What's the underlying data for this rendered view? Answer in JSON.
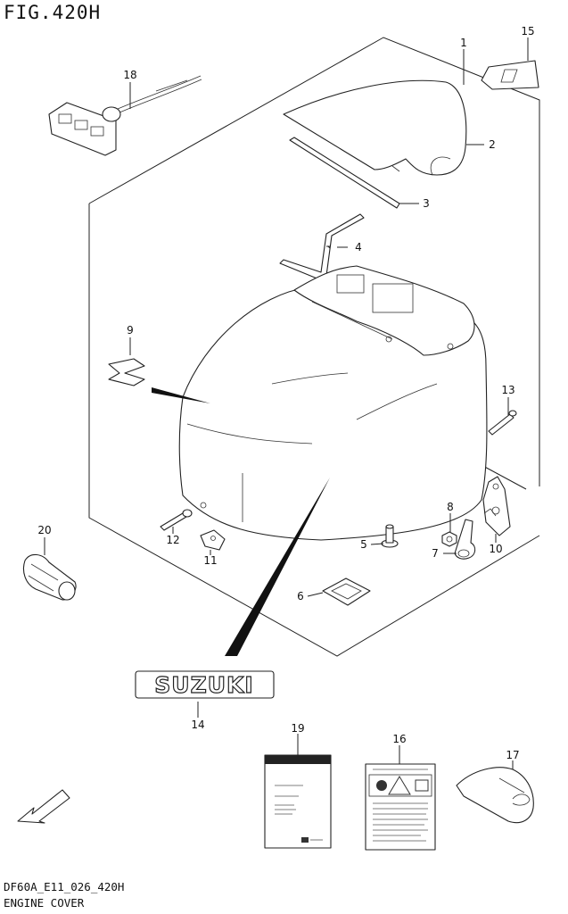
{
  "figure": {
    "title": "FIG.420H",
    "code": "DF60A_E11_026_420H",
    "caption": "ENGINE COVER"
  },
  "logo": {
    "text": "SUZUKI"
  },
  "fwd_arrow": {
    "label": "FWD"
  },
  "callouts": [
    {
      "id": "1"
    },
    {
      "id": "2"
    },
    {
      "id": "3"
    },
    {
      "id": "4"
    },
    {
      "id": "5"
    },
    {
      "id": "6"
    },
    {
      "id": "7"
    },
    {
      "id": "8"
    },
    {
      "id": "9"
    },
    {
      "id": "10"
    },
    {
      "id": "11"
    },
    {
      "id": "12"
    },
    {
      "id": "13"
    },
    {
      "id": "14"
    },
    {
      "id": "15"
    },
    {
      "id": "16"
    },
    {
      "id": "17"
    },
    {
      "id": "18"
    },
    {
      "id": "19"
    },
    {
      "id": "20"
    }
  ]
}
